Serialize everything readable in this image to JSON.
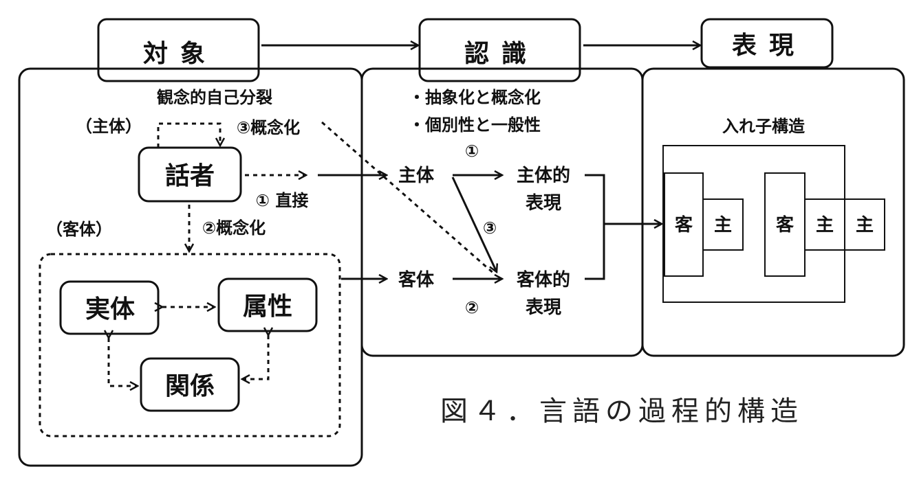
{
  "headers": {
    "object": "対象",
    "cognition": "認識",
    "expression": "表現"
  },
  "object_panel": {
    "split_label": "観念的自己分裂",
    "subject_label": "（主体）",
    "object_label": "（客体）",
    "speaker": "話者",
    "step3": "③概念化",
    "step1": "① 直接",
    "step2": "②概念化",
    "entity": "実体",
    "attribute": "属性",
    "relation": "関係"
  },
  "cognition_panel": {
    "bullet1": "・抽象化と概念化",
    "bullet2": "・個別性と一般性",
    "subject": "主体",
    "object": "客体",
    "subj_expr_line1": "主体的",
    "subj_expr_line2": "表現",
    "obj_expr_line1": "客体的",
    "obj_expr_line2": "表現",
    "num1": "①",
    "num2": "②",
    "num3": "③"
  },
  "expression_panel": {
    "title": "入れ子構造",
    "left_kyaku": "客",
    "left_shu": "主",
    "right_kyaku": "客",
    "right_shu1": "主",
    "right_shu2": "主"
  },
  "caption": "図４．言語の過程的構造"
}
